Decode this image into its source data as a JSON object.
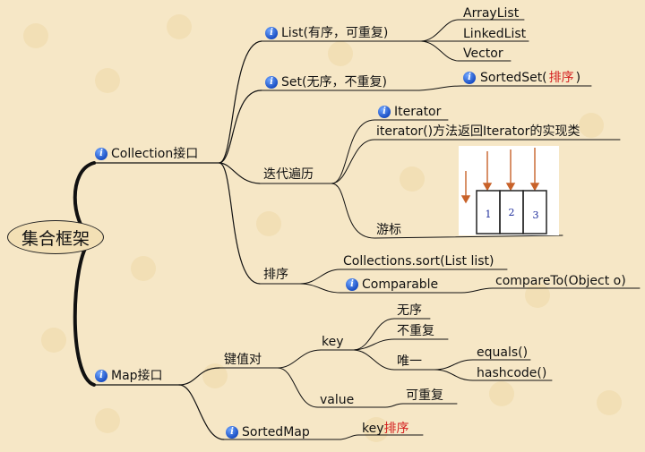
{
  "root": "集合框架",
  "collection": "Collection接口",
  "list": "List(有序，可重复)",
  "list_impls": [
    "ArrayList",
    "LinkedList",
    "Vector"
  ],
  "set": "Set(无序，不重复)",
  "sortedset_prefix": "SortedSet(",
  "sortedset_red": "排序",
  "sortedset_suffix": ")",
  "traverse": "迭代遍历",
  "iterator": "Iterator",
  "iterator_method": "iterator()方法返回Iterator的实现类",
  "cursor": "游标",
  "cursor_boxes": [
    "1",
    "2",
    "3"
  ],
  "sort": "排序",
  "collections_sort": "Collections.sort(List list)",
  "comparable": "Comparable",
  "compare_to": "compareTo(Object o)",
  "map": "Map接口",
  "kv": "键值对",
  "key": "key",
  "key_props": {
    "unordered": "无序",
    "no_repeat": "不重复",
    "unique": "唯一"
  },
  "unique_methods": [
    "equals()",
    "hashcode()"
  ],
  "value": "value",
  "value_prop": "可重复",
  "sortedmap": "SortedMap",
  "sortedmap_key": "key",
  "sortedmap_red": "排序",
  "colors": {
    "background": "#f6e7c6",
    "line": "#111111",
    "accent_red": "#d42020",
    "info_icon": "#1b4fc4"
  }
}
